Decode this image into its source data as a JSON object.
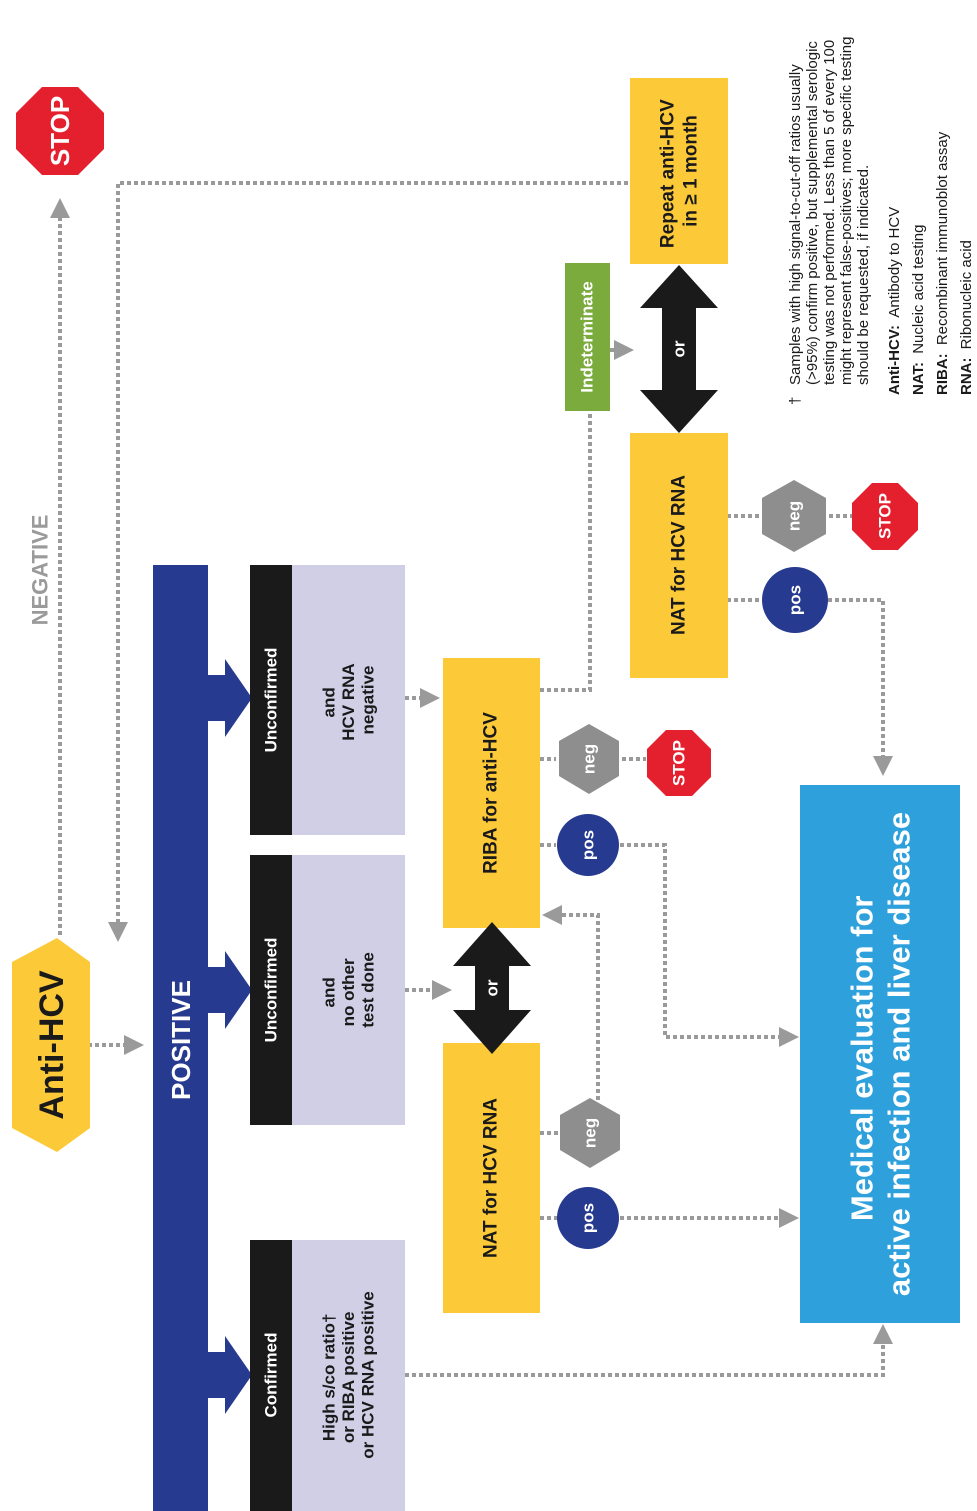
{
  "start": {
    "label": "Anti-HCV"
  },
  "negative": {
    "label": "NEGATIVE",
    "stop": "STOP"
  },
  "positive": {
    "label": "POSITIVE"
  },
  "categories": [
    {
      "label": "Confirmed",
      "desc": [
        "High s/co ratio†",
        "or RIBA positive",
        "or HCV RNA positive"
      ]
    },
    {
      "label": "Unconfirmed",
      "desc": [
        "and",
        "no other",
        "test done"
      ]
    },
    {
      "label": "Unconfirmed",
      "desc": [
        "and",
        "HCV RNA",
        "negative"
      ]
    }
  ],
  "tests": {
    "nat_label": "NAT for HCV RNA",
    "riba_label": "RIBA for anti-HCV",
    "or_label": "or",
    "indeterminate": "Indeterminate",
    "repeat_line1": "Repeat anti-HCV",
    "repeat_line2": "in ≥ 1 month"
  },
  "results": {
    "pos": "pos",
    "neg": "neg",
    "stop": "STOP"
  },
  "medical": {
    "line1": "Medical evaluation for",
    "line2": "active infection and liver disease"
  },
  "footnote": {
    "dagger": "†",
    "lines": [
      "Samples with high signal-to-cut-off ratios usually",
      "(>95%) confirm positive, but supplemental serologic",
      "testing was not performed.  Less than 5 of every 100",
      "might represent false-positives; more specific testing",
      "should be requested, if indicated."
    ]
  },
  "glossary": [
    {
      "abbr": "Anti-HCV:",
      "text": "Antibody to HCV"
    },
    {
      "abbr": "NAT:",
      "text": "Nucleic acid testing"
    },
    {
      "abbr": "RIBA:",
      "text": "Recombinant immunoblot assay"
    },
    {
      "abbr": "RNA:",
      "text": "Ribonucleic acid"
    }
  ],
  "colors": {
    "yellow": "#fcc938",
    "navy": "#263a8f",
    "black": "#1a1a1a",
    "lavender": "#d0cfe6",
    "blue": "#2ea0dc",
    "green": "#7aab3c",
    "gray": "#8e8e8e",
    "red": "#e5202e",
    "dots": "#9a9a9a"
  }
}
